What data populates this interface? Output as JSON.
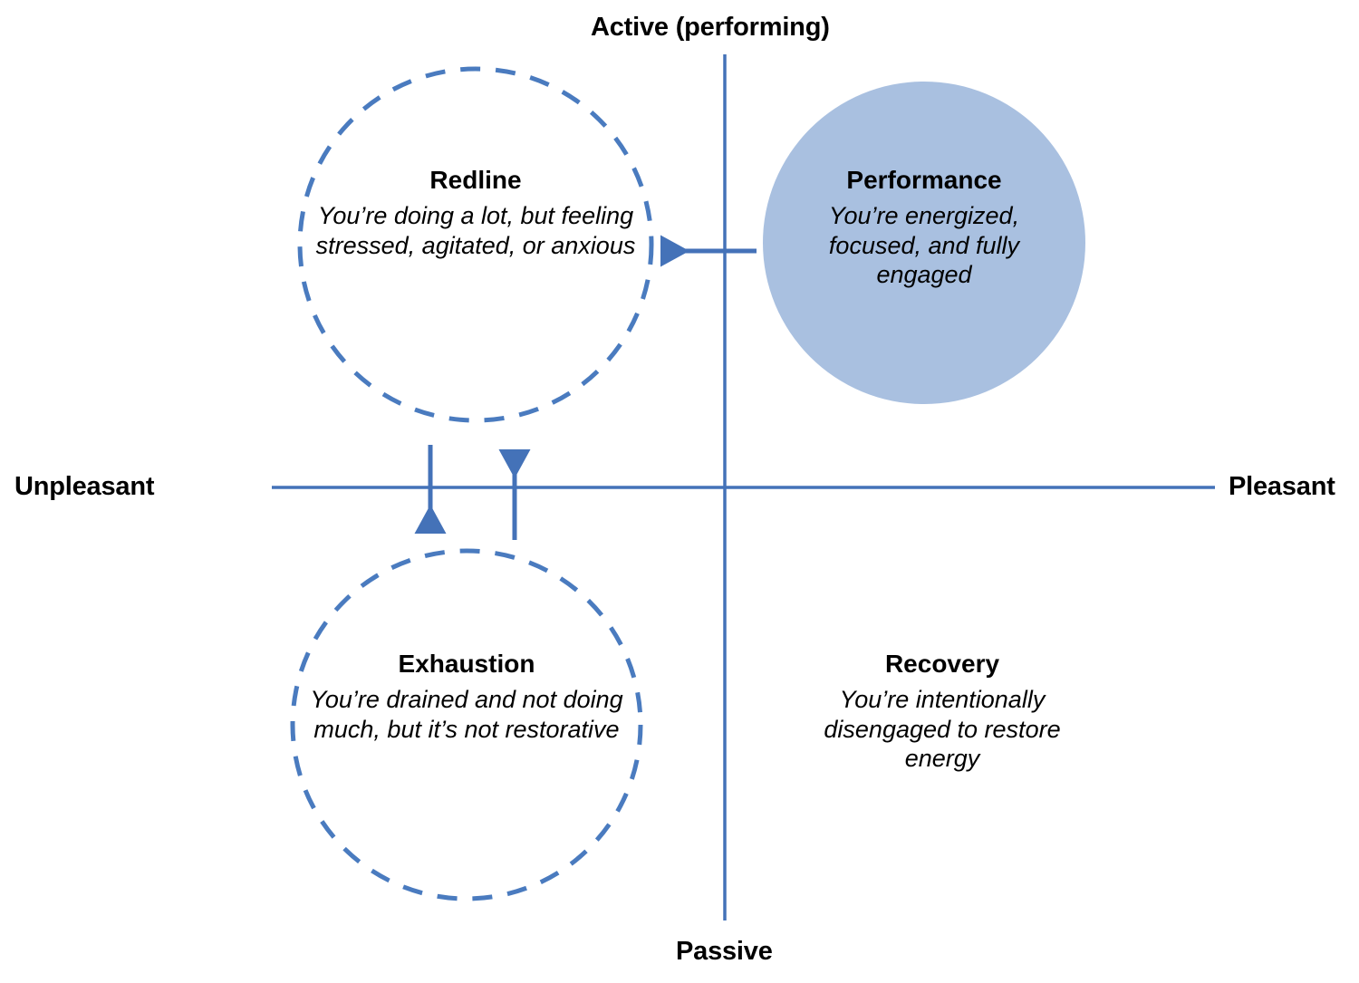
{
  "diagram": {
    "title_present": false,
    "colors": {
      "axis_line": "#4472B8",
      "arrow": "#4472B8",
      "dashed_circle_stroke": "#4A7BBF",
      "performance_circle_fill": "#A9C0E0",
      "text": "#000000",
      "background": "#FFFFFF"
    },
    "axes": {
      "top_label": "Active (performing)",
      "bottom_label": "Passive",
      "left_label": "Unpleasant",
      "right_label": "Pleasant"
    },
    "quadrants": [
      {
        "id": "redline",
        "title": "Redline",
        "description": "You’re doing a lot, but feeling stressed, agitated, or anxious",
        "position": "upper-left",
        "shape": "dashed-circle"
      },
      {
        "id": "performance",
        "title": "Performance",
        "description": "You’re energized, focused, and fully engaged",
        "position": "upper-right",
        "shape": "filled-circle"
      },
      {
        "id": "exhaustion",
        "title": "Exhaustion",
        "description": "You’re drained and not doing much, but it’s not restorative",
        "position": "lower-left",
        "shape": "dashed-circle"
      },
      {
        "id": "recovery",
        "title": "Recovery",
        "description": "You’re intentionally disengaged to restore energy",
        "position": "lower-right",
        "shape": "none"
      }
    ],
    "arrows": [
      {
        "id": "performance-to-redline",
        "direction": "left",
        "from": "performance",
        "to": "redline"
      },
      {
        "id": "redline-to-exhaustion",
        "direction": "down",
        "from": "redline",
        "to": "exhaustion"
      },
      {
        "id": "exhaustion-to-redline",
        "direction": "up",
        "from": "exhaustion",
        "to": "redline"
      }
    ]
  }
}
